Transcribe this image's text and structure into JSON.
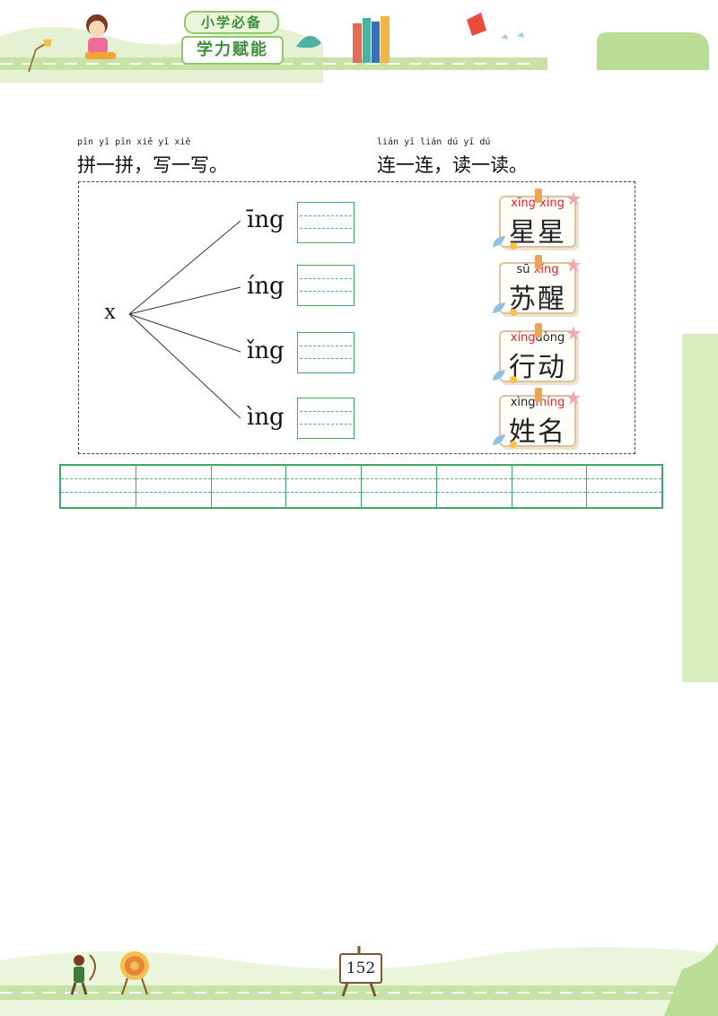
{
  "header": {
    "badge_top": "小学必备",
    "badge_bottom": "学力赋能"
  },
  "section_left": {
    "pinyin": "pīn yī pīn   xiě yī xiě",
    "title": "拼一拼，写一写。"
  },
  "section_right": {
    "pinyin": "lián yī lián   dú yī dú",
    "title": "连一连，读一读。"
  },
  "exercise": {
    "initial": "x",
    "finals": [
      "īng",
      "íng",
      "ǐng",
      "ìng"
    ],
    "cards": [
      {
        "py1": "xīng",
        "py2": "xing",
        "py1_color": "#e5232b",
        "py2_color": "#e5232b",
        "hanzi": "星星"
      },
      {
        "py1": "sū",
        "py2": "xǐng",
        "py1_color": "#222222",
        "py2_color": "#e5232b",
        "hanzi": "苏醒"
      },
      {
        "py1": "xíng",
        "py2": "dòng",
        "py1_color": "#e5232b",
        "py2_color": "#222222",
        "hanzi": "行动"
      },
      {
        "py1": "xìng",
        "py2": "míng",
        "py1_color": "#222222",
        "py2_color": "#e5232b",
        "hanzi": "姓名"
      }
    ]
  },
  "writing_grid_cells": 8,
  "footer": {
    "page_number": "152"
  },
  "colors": {
    "accent_green": "#3daa6a",
    "band_green": "#d9ecc0",
    "pinyin_red": "#e5232b"
  }
}
